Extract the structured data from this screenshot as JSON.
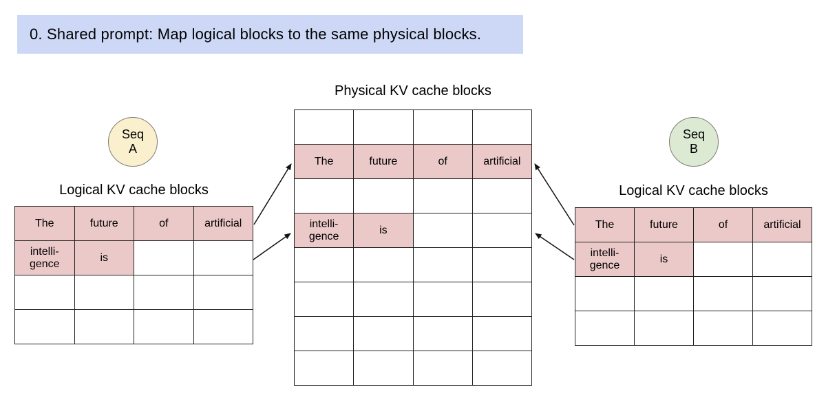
{
  "banner": {
    "text": "0. Shared prompt: Map logical blocks to the same physical blocks."
  },
  "physical": {
    "title": "Physical KV cache blocks",
    "rows": [
      [
        "",
        "",
        "",
        ""
      ],
      [
        "The",
        "future",
        "of",
        "artificial"
      ],
      [
        "",
        "",
        "",
        ""
      ],
      [
        "intelli-\ngence",
        "is",
        "",
        ""
      ],
      [
        "",
        "",
        "",
        ""
      ],
      [
        "",
        "",
        "",
        ""
      ],
      [
        "",
        "",
        "",
        ""
      ],
      [
        "",
        "",
        "",
        ""
      ]
    ]
  },
  "seq_a": {
    "badge_line1": "Seq",
    "badge_line2": "A",
    "table_title": "Logical KV cache blocks",
    "rows": [
      [
        "The",
        "future",
        "of",
        "artificial"
      ],
      [
        "intelli-\ngence",
        "is",
        "",
        ""
      ],
      [
        "",
        "",
        "",
        ""
      ],
      [
        "",
        "",
        "",
        ""
      ]
    ]
  },
  "seq_b": {
    "badge_line1": "Seq",
    "badge_line2": "B",
    "table_title": "Logical KV cache blocks",
    "rows": [
      [
        "The",
        "future",
        "of",
        "artificial"
      ],
      [
        "intelli-\ngence",
        "is",
        "",
        ""
      ],
      [
        "",
        "",
        "",
        ""
      ],
      [
        "",
        "",
        "",
        ""
      ]
    ]
  },
  "arrows": {
    "description": "Logical blocks of Seq A and Seq B map to the same physical blocks",
    "mappings": [
      "seqA logical block 0 -> physical block 1 (The future of artificial)",
      "seqA logical block 1 -> physical block 3 (intelligence is)",
      "seqB logical block 0 -> physical block 1 (The future of artificial)",
      "seqB logical block 1 -> physical block 3 (intelligence is)"
    ]
  },
  "colors": {
    "highlight": "#ecc9c9",
    "banner_bg": "#ccd8f6",
    "seq_a_bg": "#faf0ce",
    "seq_b_bg": "#dcead3",
    "border": "#1f1f1f"
  }
}
